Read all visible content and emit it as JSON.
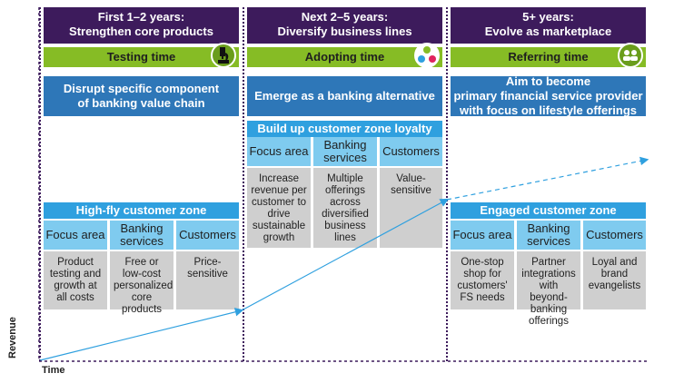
{
  "phases": [
    {
      "title_line1": "First 1–2 years:",
      "title_line2": "Strengthen core products",
      "stage": "Testing time",
      "stage_icon": "microscope-icon",
      "goal": [
        "Disrupt specific component",
        "of banking value chain"
      ]
    },
    {
      "title_line1": "Next 2–5 years:",
      "title_line2": "Diversify business lines",
      "stage": "Adopting time",
      "stage_icon": "people-circle-icon",
      "goal": [
        "Emerge as a banking alternative"
      ]
    },
    {
      "title_line1": "5+ years:",
      "title_line2": "Evolve as marketplace",
      "stage": "Referring time",
      "stage_icon": "group-icon",
      "goal": [
        "Aim to become",
        "primary financial service provider",
        "with focus on lifestyle offerings"
      ]
    }
  ],
  "zones": [
    {
      "title": "High-fly customer zone",
      "headers": [
        "Focus area",
        "Banking\nservices",
        "Customers"
      ],
      "cells": [
        "Product\ntesting and\ngrowth at\nall costs",
        "Free or\nlow-cost\npersonalized\ncore\nproducts",
        "Price-\nsensitive"
      ]
    },
    {
      "title": "Build up customer zone loyalty",
      "headers": [
        "Focus area",
        "Banking\nservices",
        "Customers"
      ],
      "cells": [
        "Increase\nrevenue per\ncustomer to\ndrive\nsustainable\ngrowth",
        "Multiple\nofferings\nacross\ndiversified\nbusiness\nlines",
        "Value-\nsensitive"
      ]
    },
    {
      "title": "Engaged customer zone",
      "headers": [
        "Focus area",
        "Banking\nservices",
        "Customers"
      ],
      "cells": [
        "One-stop\nshop for\ncustomers'\nFS needs",
        "Partner\nintegrations\nwith beyond-\nbanking\nofferings",
        "Loyal and\nbrand\nevangelists"
      ]
    }
  ],
  "axes": {
    "x_label": "Time",
    "y_label": "Revenue"
  },
  "colors": {
    "header": "#3d1b5c",
    "stage": "#86bc25",
    "goal": "#2e77b8",
    "zone": "#2fa0df",
    "cell_head": "#7fcbef",
    "cell_body": "#cfcfcf",
    "trend": "#2fa0df"
  }
}
